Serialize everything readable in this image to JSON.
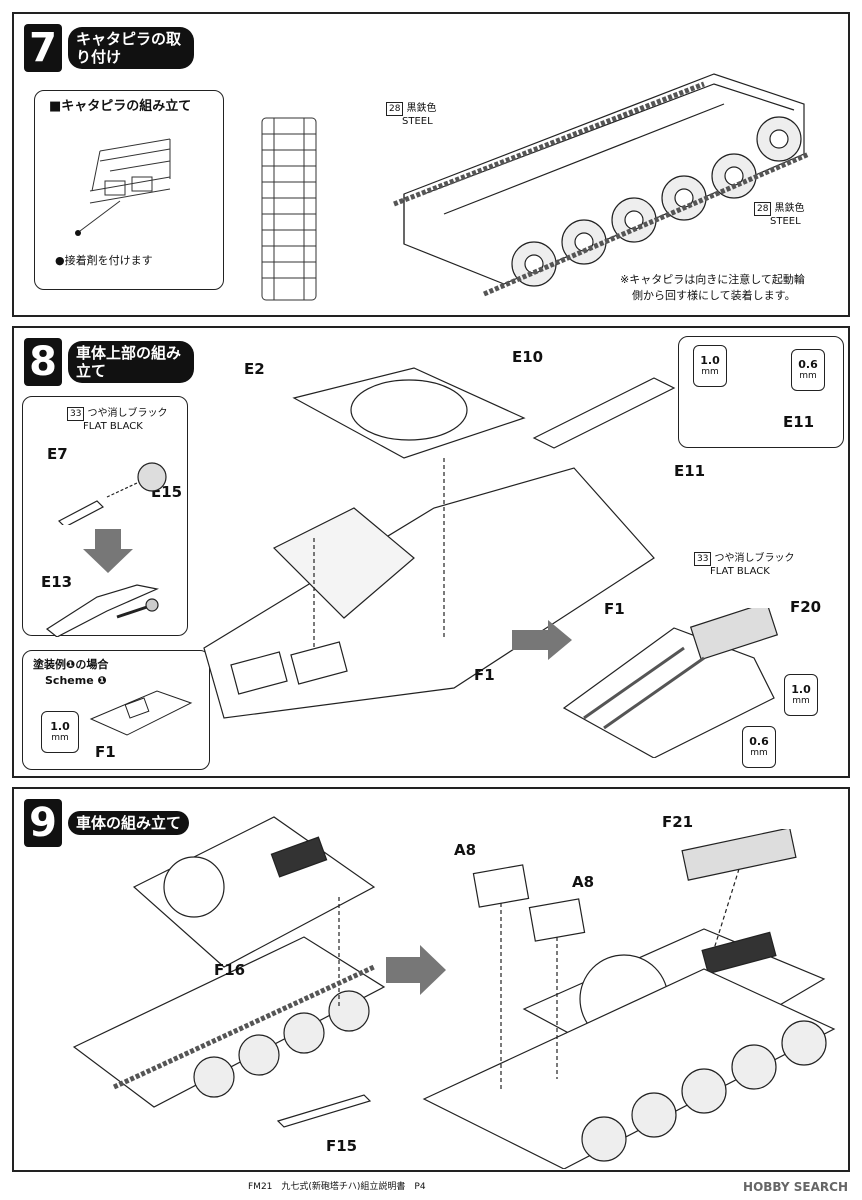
{
  "step7": {
    "number": "7",
    "title": "キャタピラの取り付け",
    "sub_title": "■キャタピラの組み立て",
    "glue_note": "●接着剤を付けます",
    "paint1": {
      "num": "28",
      "jp": "黒鉄色",
      "en": "STEEL"
    },
    "paint2": {
      "num": "28",
      "jp": "黒鉄色",
      "en": "STEEL"
    },
    "note_line1": "※キャタピラは向きに注意して起動輪",
    "note_line2": "側から回す様にして装着します。"
  },
  "step8": {
    "number": "8",
    "title": "車体上部の組み立て",
    "parts": {
      "e2": "E2",
      "e10": "E10",
      "e7": "E7",
      "e15": "E15",
      "e13": "E13",
      "e11a": "E11",
      "e11b": "E11",
      "f20": "F20",
      "f1a": "F1",
      "f1b": "F1",
      "f1c": "F1"
    },
    "paint_a": {
      "num": "33",
      "jp": "つや消しブラック",
      "en": "FLAT BLACK"
    },
    "paint_b": {
      "num": "33",
      "jp": "つや消しブラック",
      "en": "FLAT BLACK"
    },
    "scheme_jp": "塗装例❶の場合",
    "scheme_en": "Scheme ❶",
    "drill_1": {
      "value": "1.0",
      "unit": "mm"
    },
    "drill_2": {
      "value": "0.6",
      "unit": "mm"
    },
    "drill_3": {
      "value": "1.0",
      "unit": "mm"
    },
    "drill_4": {
      "value": "0.6",
      "unit": "mm"
    },
    "drill_5": {
      "value": "1.0",
      "unit": "mm"
    }
  },
  "step9": {
    "number": "9",
    "title": "車体の組み立て",
    "parts": {
      "f16": "F16",
      "f15": "F15",
      "a8a": "A8",
      "a8b": "A8",
      "f21": "F21"
    }
  },
  "footer": "FM21　九七式(新砲塔チハ)組立説明書　P4",
  "watermark": "HOBBY SEARCH"
}
